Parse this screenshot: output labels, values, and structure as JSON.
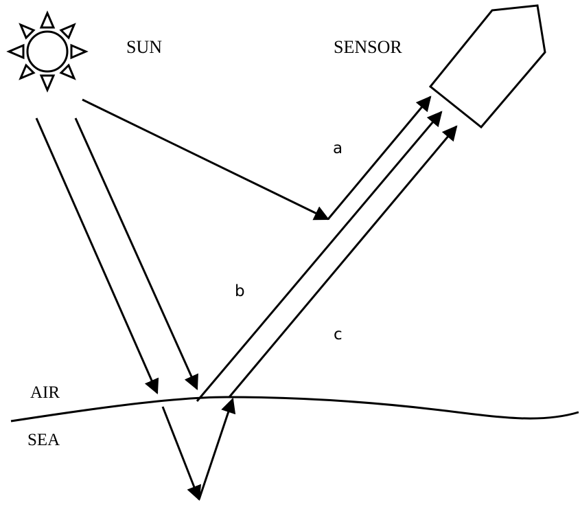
{
  "labels": {
    "sun": "SUN",
    "sensor": "SENSOR",
    "air": "AIR",
    "sea": "SEA",
    "path_a": "a",
    "path_b": "b",
    "path_c": "c"
  },
  "colors": {
    "stroke": "#000000",
    "background": "#ffffff"
  },
  "icons": {
    "sun": "sun-icon",
    "sensor": "sensor-icon"
  }
}
